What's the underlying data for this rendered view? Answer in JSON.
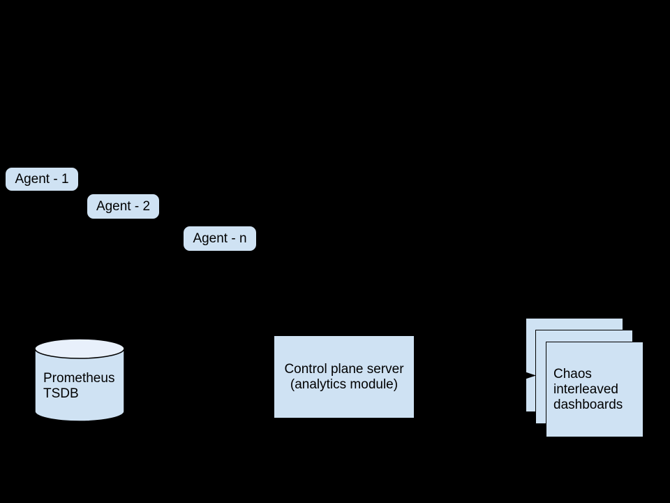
{
  "diagram": {
    "agents": [
      {
        "label": "Agent - 1"
      },
      {
        "label": "Agent - 2"
      },
      {
        "label": "Agent - n"
      }
    ],
    "tsdb": {
      "lines": [
        "Prometheus",
        "TSDB"
      ]
    },
    "control_plane": {
      "lines": [
        "Control plane server",
        "(analytics module)"
      ]
    },
    "dashboards": {
      "lines": [
        "Chaos",
        "interleaved",
        "dashboards"
      ]
    },
    "connector": {
      "type": "arrow",
      "from": "control-plane-server",
      "to": "chaos-interleaved-dashboards"
    }
  },
  "colors": {
    "background": "#000000",
    "node_fill": "#cfe2f3",
    "cylinder_top_fill": "#e8f0fb",
    "outline": "#000000",
    "text_color": "#000000"
  }
}
